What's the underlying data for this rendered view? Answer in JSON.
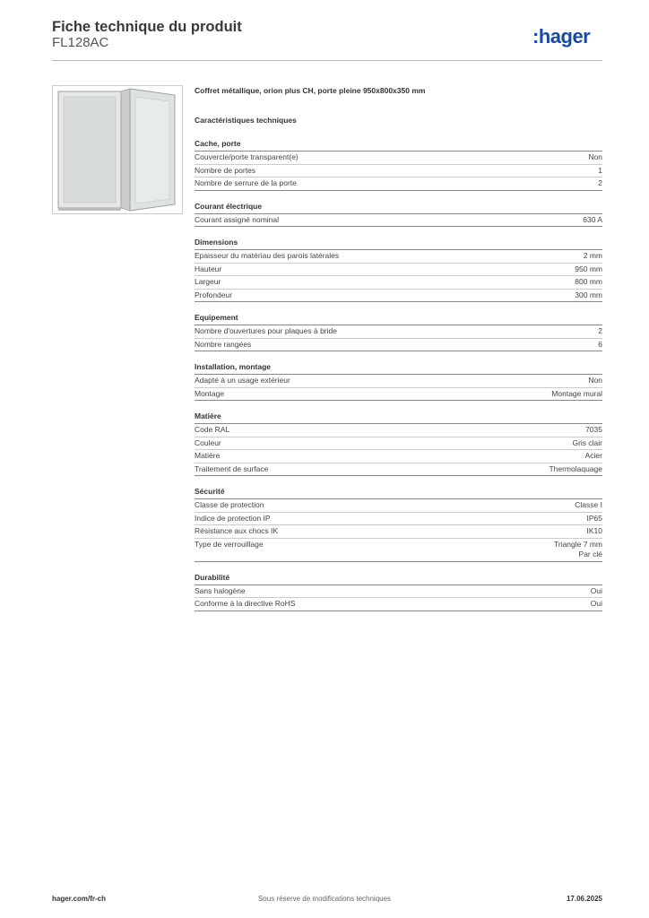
{
  "header": {
    "title": "Fiche technique du produit",
    "reference": "FL128AC",
    "logo_text": "hager",
    "logo_dots": ":"
  },
  "product": {
    "description": "Coffret métallique, orion plus CH, porte pleine 950x800x350 mm",
    "image_icon": "enclosure-cabinet-image"
  },
  "specs_heading": "Caractéristiques techniques",
  "sections": [
    {
      "title": "Cache, porte",
      "rows": [
        {
          "label": "Couvercle/porte transparent(e)",
          "value": "Non"
        },
        {
          "label": "Nombre de portes",
          "value": "1"
        },
        {
          "label": "Nombre de serrure de la porte",
          "value": "2"
        }
      ]
    },
    {
      "title": "Courant électrique",
      "rows": [
        {
          "label": "Courant assigné nominal",
          "value": "630 A"
        }
      ]
    },
    {
      "title": "Dimensions",
      "rows": [
        {
          "label": "Epaisseur du matériau des parois latérales",
          "value": "2 mm"
        },
        {
          "label": "Hauteur",
          "value": "950 mm"
        },
        {
          "label": "Largeur",
          "value": "800 mm"
        },
        {
          "label": "Profondeur",
          "value": "300 mm"
        }
      ]
    },
    {
      "title": "Equipement",
      "rows": [
        {
          "label": "Nombre d'ouvertures pour plaques à bride",
          "value": "2"
        },
        {
          "label": "Nombre rangées",
          "value": "6"
        }
      ]
    },
    {
      "title": "Installation, montage",
      "rows": [
        {
          "label": "Adapté à un usage extérieur",
          "value": "Non"
        },
        {
          "label": "Montage",
          "value": "Montage mural"
        }
      ]
    },
    {
      "title": "Matière",
      "rows": [
        {
          "label": "Code RAL",
          "value": "7035"
        },
        {
          "label": "Couleur",
          "value": "Gris clair"
        },
        {
          "label": "Matière",
          "value": "Acier"
        },
        {
          "label": "Traitement de surface",
          "value": "Thermolaquage"
        }
      ]
    },
    {
      "title": "Sécurité",
      "rows": [
        {
          "label": "Classe de protection",
          "value": "Classe I"
        },
        {
          "label": "Indice de protection IP",
          "value": "IP65"
        },
        {
          "label": "Résistance aux chocs IK",
          "value": "IK10"
        },
        {
          "label": "Type de verrouillage",
          "value": "Triangle 7 mm\nPar clé"
        }
      ]
    },
    {
      "title": "Durabilité",
      "rows": [
        {
          "label": "Sans halogène",
          "value": "Oui"
        },
        {
          "label": "Conforme à la directive RoHS",
          "value": "Oui"
        }
      ]
    }
  ],
  "footer": {
    "website": "hager.com/fr-ch",
    "notice": "Sous réserve de modifications techniques",
    "date": "17.06.2025"
  }
}
